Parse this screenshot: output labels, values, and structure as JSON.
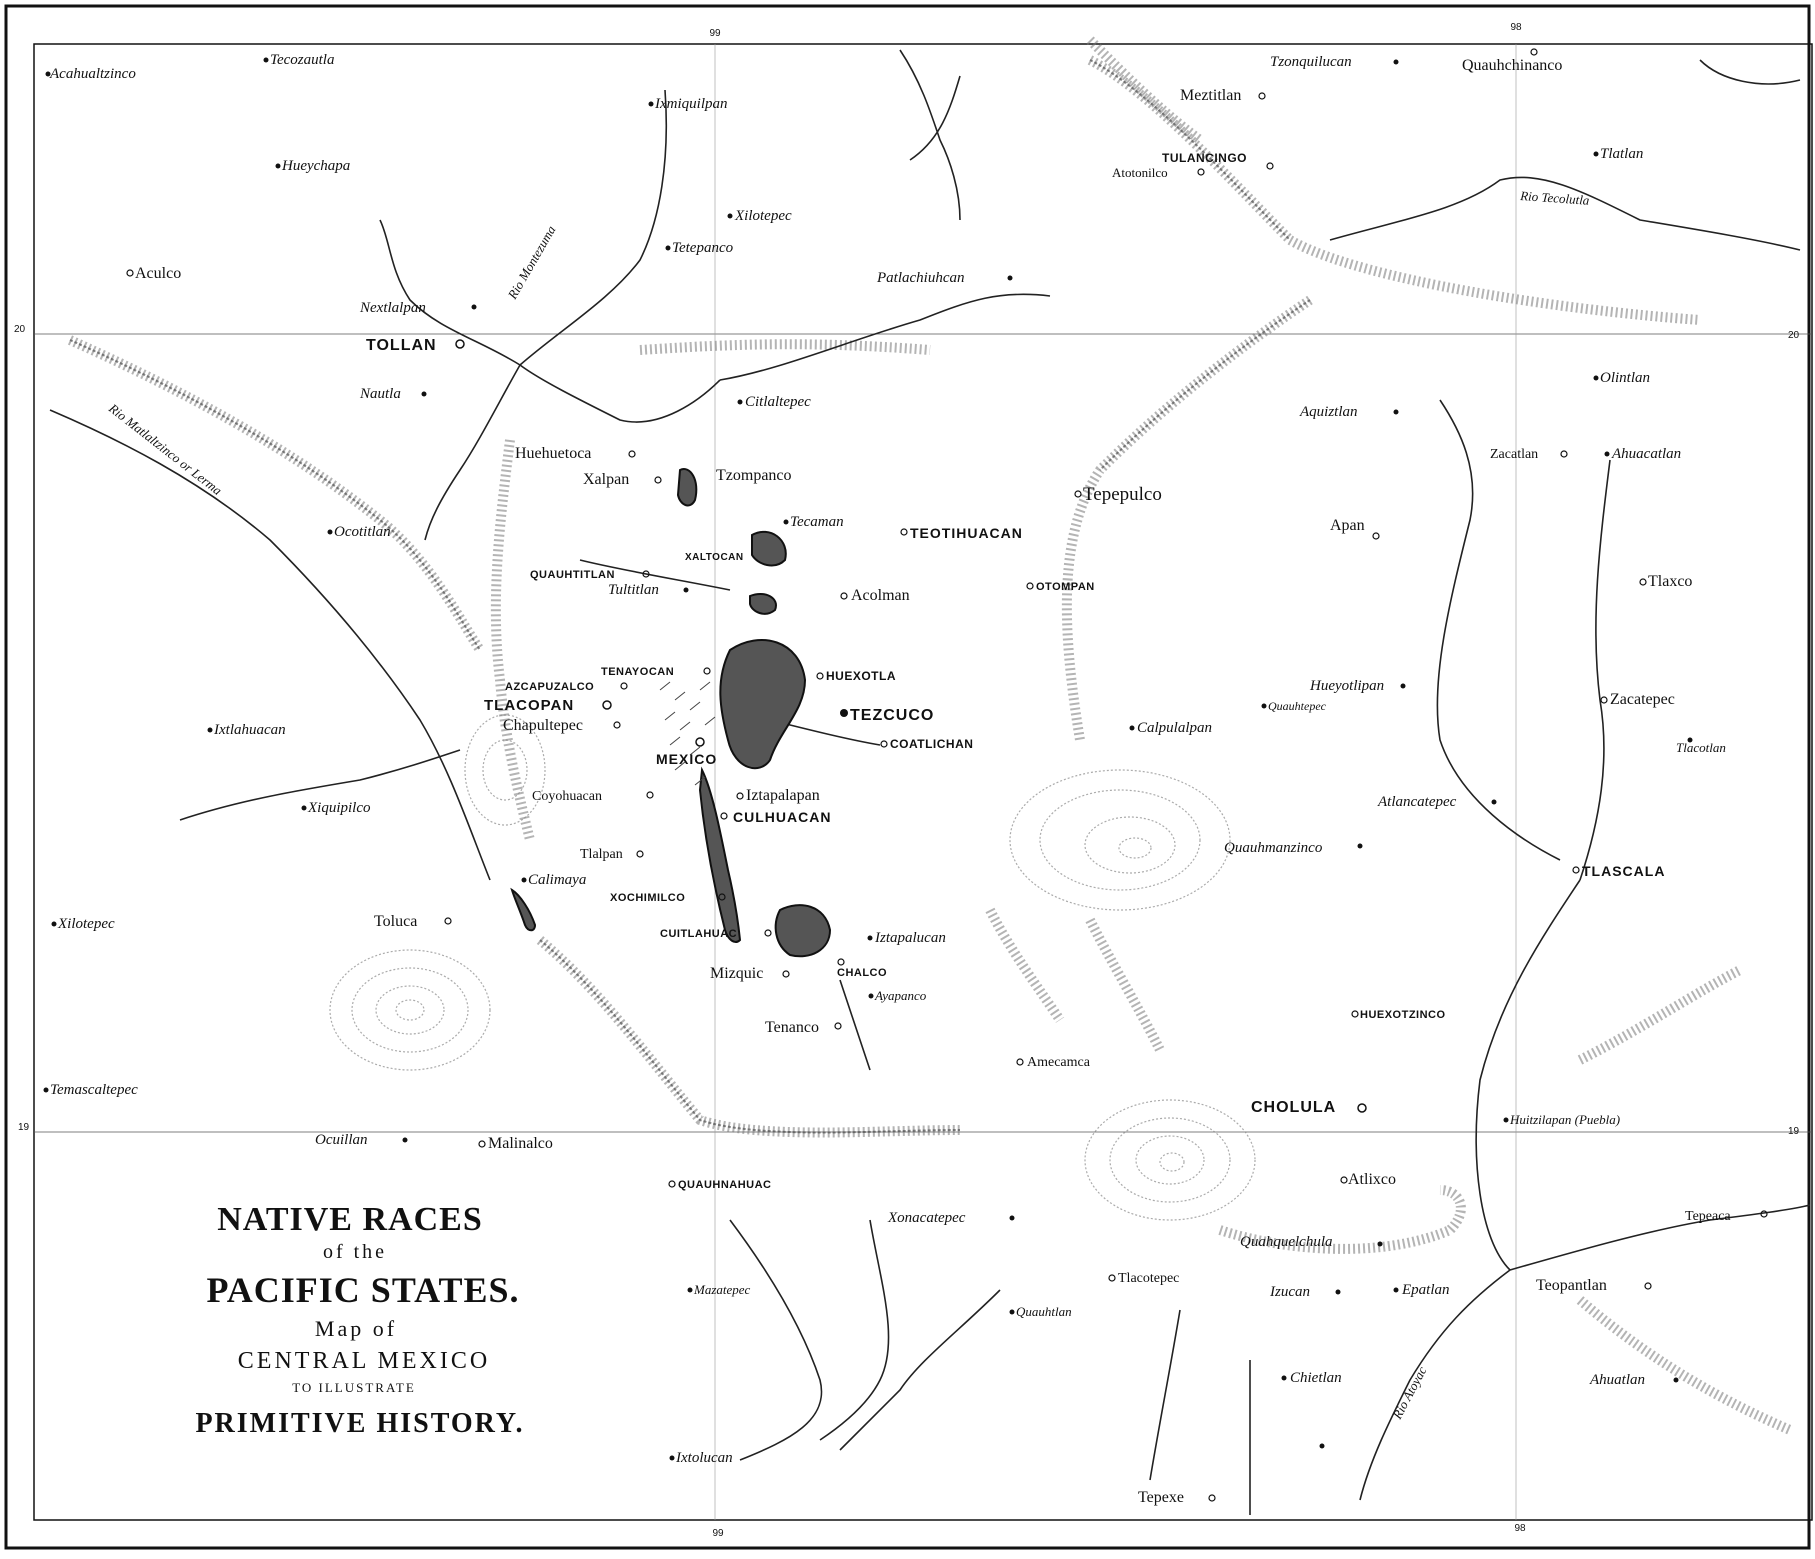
{
  "map": {
    "title": {
      "line1": "NATIVE RACES",
      "line2": "of the",
      "line3": "PACIFIC STATES.",
      "line4": "Map of",
      "line5": "CENTRAL MEXICO",
      "line6": "TO ILLUSTRATE",
      "line7": "PRIMITIVE HISTORY."
    },
    "graticule": {
      "lon_top_99": "99",
      "lon_top_98": "98",
      "lon_bottom_99": "99",
      "lon_bottom_98": "98",
      "lat_left_20": "20",
      "lat_right_20": "20",
      "lat_left_19": "19",
      "lat_right_19": "19"
    },
    "rivers": {
      "montezuma": "Rio Montezuma",
      "matlaltzinco": "Rio Matlaltzinco or Lerma",
      "tecolutla": "Rio Tecolutla",
      "atoyac": "Rio Atoyac"
    },
    "places": {
      "acahualtzinco": "Acahualtzinco",
      "tecozautla": "Tecozautla",
      "ixmiquilpan": "Ixmiquilpan",
      "tzonquilucan": "Tzonquilucan",
      "quauhchinanco": "Quauhchinanco",
      "meztitlan": "Meztitlan",
      "tulancingo": "TULANCINGO",
      "atotonilco": "Atotonilco",
      "tlatlan": "Tlatlan",
      "hueychapa": "Hueychapa",
      "xilotepec_n": "Xilotepec",
      "tetepanco": "Tetepanco",
      "aculco": "Aculco",
      "patlachiuhcan": "Patlachiuhcan",
      "nextlalpan": "Nextlalpan",
      "tollan": "TOLLAN",
      "nautla": "Nautla",
      "citlaltepec": "Citlaltepec",
      "aquiztlan": "Aquiztlan",
      "olintlan": "Olintlan",
      "zacatlan": "Zacatlan",
      "ahuacatlan": "Ahuacatlan",
      "huehuetoca": "Huehuetoca",
      "xalpan": "Xalpan",
      "tzompanco": "Tzompanco",
      "tepepulco": "Tepepulco",
      "ocotitlan": "Ocotitlan",
      "tecaman": "Tecaman",
      "teotihuacan": "TEOTIHUACAN",
      "apan": "Apan",
      "xaltocan": "XALTOCAN",
      "quauhtitlan": "QUAUHTITLAN",
      "tultitlan": "Tultitlan",
      "acolman": "Acolman",
      "otompan": "OTOMPAN",
      "tlaxco": "Tlaxco",
      "tenayocan": "TENAYOCAN",
      "huexotla": "HUEXOTLA",
      "azcapuzalco": "AZCAPUZALCO",
      "tlacopan": "TLACOPAN",
      "chapultepec": "Chapultepec",
      "tezcuco": "TEZCUCO",
      "coatlichan": "COATLICHAN",
      "hueyotlipan": "Hueyotlipan",
      "quauhtepec": "Quauhtepec",
      "zacatepec": "Zacatepec",
      "ixtlahuacan": "Ixtlahuacan",
      "calpulalpan": "Calpulalpan",
      "tlacotlan": "Tlacotlan",
      "mexico": "MEXICO",
      "iztapalapan": "Iztapalapan",
      "culhuacan": "CULHUACAN",
      "coyohuacan": "Coyohuacan",
      "xiquipilco": "Xiquipilco",
      "atlancatepec": "Atlancatepec",
      "tlalpan": "Tlalpan",
      "quauhmanzinco": "Quauhmanzinco",
      "tlascala": "TLASCALA",
      "calimaya": "Calimaya",
      "xochimilco": "XOCHIMILCO",
      "xilotepec_w": "Xilotepec",
      "toluca": "Toluca",
      "cuitlahuac": "CUITLAHUAC",
      "iztapalucan": "Iztapalucan",
      "mizquic": "Mizquic",
      "chalco": "CHALCO",
      "ayapanco": "Ayapanco",
      "huexotzinco": "HUEXOTZINCO",
      "tenanco": "Tenanco",
      "amecamca": "Amecamca",
      "temascaltepec": "Temascaltepec",
      "cholula": "CHOLULA",
      "huitzilapan": "Huitzilapan (Puebla)",
      "ocuillan": "Ocuillan",
      "malinalco": "Malinalco",
      "quauhnahuac": "QUAUHNAHUAC",
      "atlixco": "Atlixco",
      "tepeaca": "Tepeaca",
      "xonacatepec": "Xonacatepec",
      "quahquelchula": "Quahquelchula",
      "mazatepec": "Mazatepec",
      "tlacotepec": "Tlacotepec",
      "izucan": "Izucan",
      "epatlan": "Epatlan",
      "teopantlan": "Teopantlan",
      "quauhtlan": "Quauhtlan",
      "chietlan": "Chietlan",
      "ahuatlan": "Ahuatlan",
      "ixtolucan": "Ixtolucan",
      "tepexe": "Tepexe"
    }
  }
}
